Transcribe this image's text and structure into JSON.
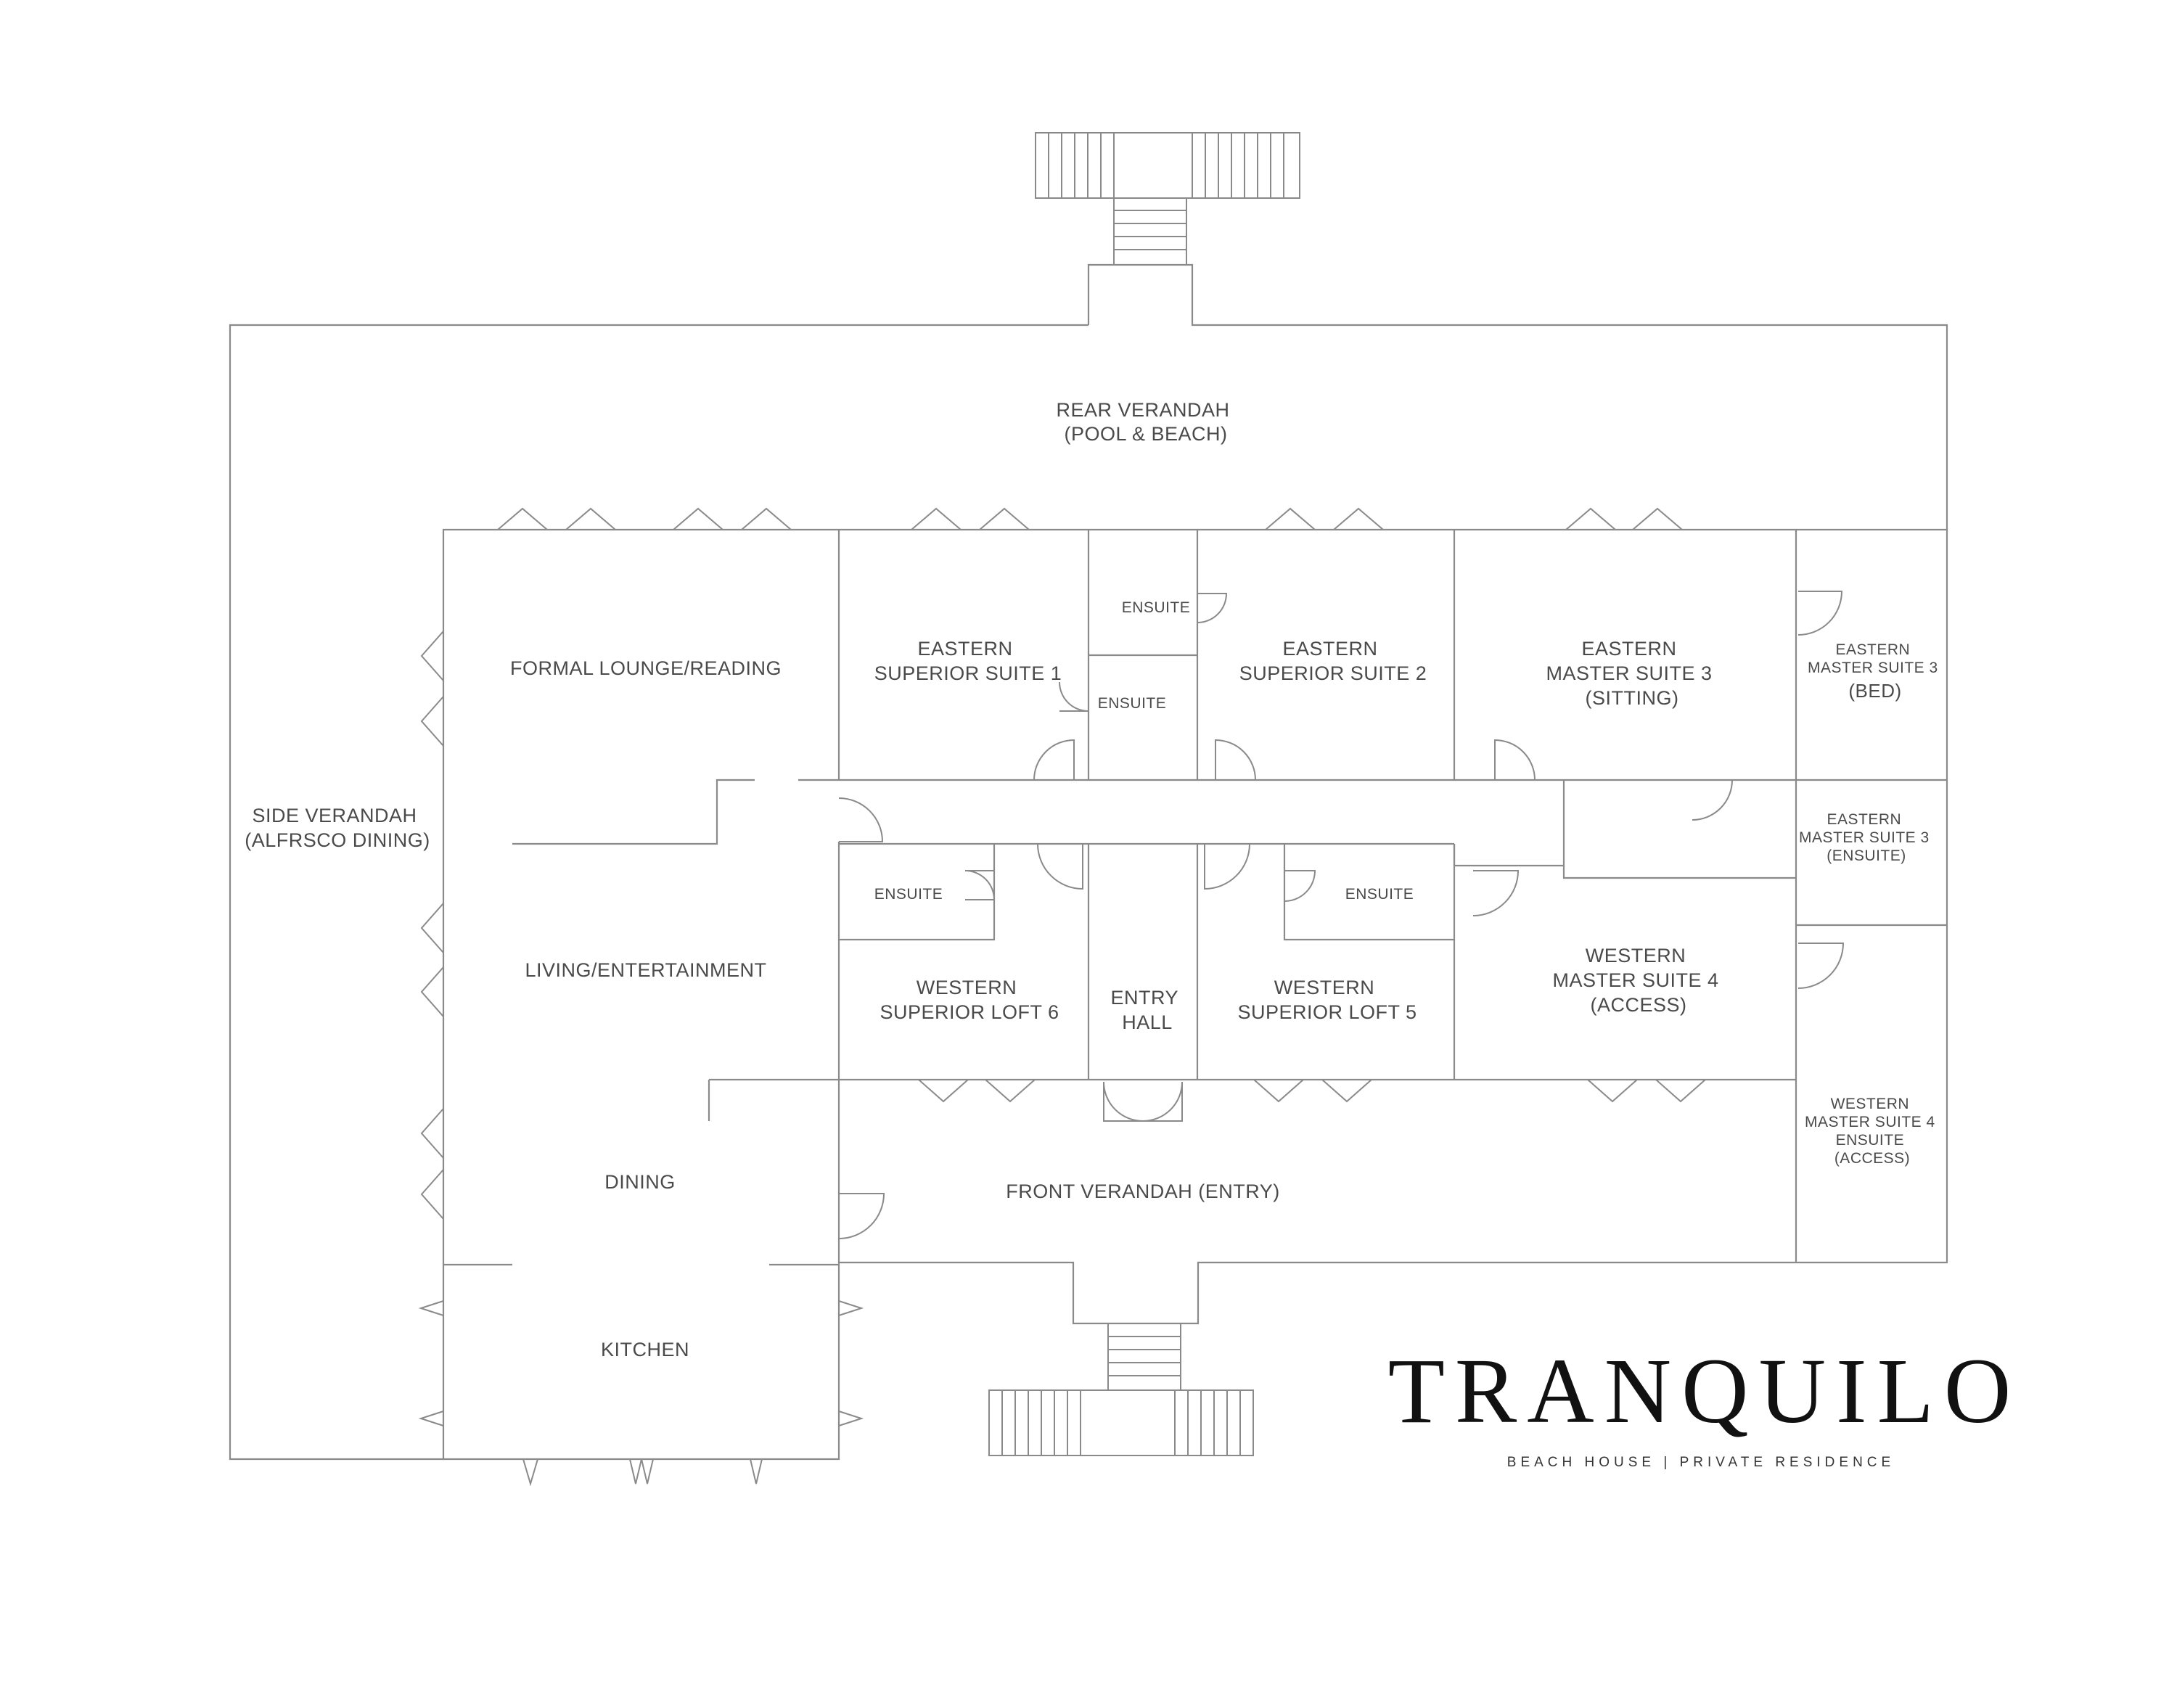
{
  "brand": {
    "name": "TRANQUILO",
    "tagline": "BEACH HOUSE | PRIVATE RESIDENCE"
  },
  "rooms": {
    "rear_verandah": [
      "REAR VERANDAH",
      "(POOL & BEACH)"
    ],
    "side_verandah": [
      "SIDE VERANDAH",
      "(ALFRSCO DINING)"
    ],
    "formal_lounge": [
      "FORMAL LOUNGE/READING"
    ],
    "living": [
      "LIVING/ENTERTAINMENT"
    ],
    "dining": [
      "DINING"
    ],
    "kitchen": [
      "KITCHEN"
    ],
    "eastern_superior_1": [
      "EASTERN",
      "SUPERIOR SUITE 1"
    ],
    "ensuite_top": [
      "ENSUITE"
    ],
    "ensuite_mid": [
      "ENSUITE"
    ],
    "eastern_superior_2": [
      "EASTERN",
      "SUPERIOR SUITE 2"
    ],
    "eastern_master_3_sitting": [
      "EASTERN",
      "MASTER SUITE 3",
      "(SITTING)"
    ],
    "eastern_master_3_bed": [
      "EASTERN",
      "MASTER SUITE 3",
      "(BED)"
    ],
    "eastern_master_3_ensuite": [
      "EASTERN",
      "MASTER SUITE 3",
      "(ENSUITE)"
    ],
    "ensuite_loft_6": [
      "ENSUITE"
    ],
    "western_loft_6": [
      "WESTERN",
      "SUPERIOR LOFT 6"
    ],
    "entry_hall": [
      "ENTRY",
      "HALL"
    ],
    "western_loft_5": [
      "WESTERN",
      "SUPERIOR LOFT 5"
    ],
    "ensuite_loft_5": [
      "ENSUITE"
    ],
    "western_master_4": [
      "WESTERN",
      "MASTER SUITE 4",
      "(ACCESS)"
    ],
    "western_master_4_ensuite": [
      "WESTERN",
      "MASTER SUITE 4",
      "ENSUITE",
      "(ACCESS)"
    ],
    "front_verandah": [
      "FRONT VERANDAH (ENTRY)"
    ]
  }
}
